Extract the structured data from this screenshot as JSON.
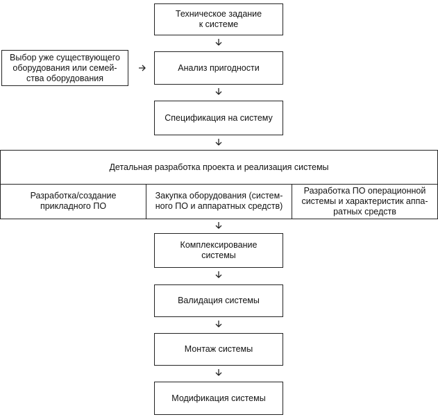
{
  "flow": {
    "tech_spec": "Техническое задание\nк системе",
    "side_input": "Выбор уже существующего\nоборудования или семей-\nства оборудования",
    "analysis": "Анализ пригодности",
    "specification": "Спецификация на систему",
    "detail": {
      "title": "Детальная разработка проекта и реализация системы",
      "col1": "Разработка/создание\nприкладного ПО",
      "col2": "Закупка оборудования (систем-\nного ПО и аппаратных средств)",
      "col3": "Разработка ПО операционной\nсистемы и характеристик аппа-\nратных средств"
    },
    "integration": "Комплексирование\nсистемы",
    "validation": "Валидация системы",
    "installation": "Монтаж системы",
    "modification": "Модификация системы"
  },
  "arrow_glyphs": {
    "down": "↓",
    "right": "→"
  }
}
